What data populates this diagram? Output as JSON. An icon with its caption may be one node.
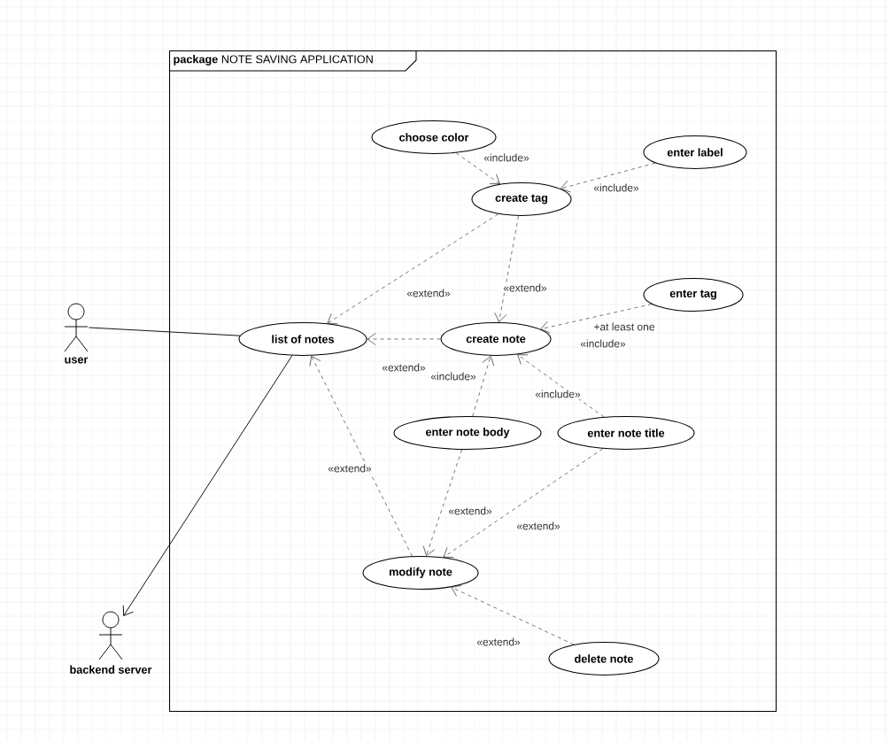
{
  "diagram": {
    "nodes": [
      {
        "text": [
          "**package** NOTE SAVING APPLICATION"
        ]
      },
      {
        "text": [
          "choose color"
        ],
        "in": 0
      },
      {
        "text": [
          "enter label"
        ],
        "in": 0
      },
      {
        "text": [
          "create tag"
        ],
        "in": 0
      },
      {
        "text": [
          "enter tag"
        ],
        "in": 0
      },
      {
        "text": [
          "user"
        ]
      },
      {
        "text": [
          "list of notes"
        ],
        "in": 0
      },
      {
        "text": [
          "create note"
        ],
        "in": 0
      },
      {
        "text": [
          "enter note body"
        ],
        "in": 0
      },
      {
        "text": [
          "enter note title"
        ],
        "in": 0
      },
      {
        "text": [
          "modify note"
        ],
        "in": 0
      },
      {
        "text": [
          "backend server"
        ]
      },
      {
        "text": [
          "delete note"
        ],
        "in": 0
      }
    ],
    "edges": [
      {
        "from": 1,
        "to": 3,
        "arrow": "to",
        "label": "«include»",
        "style": "dashed"
      },
      {
        "from": 2,
        "to": 3,
        "arrow": "to",
        "label": "«include»",
        "style": "dashed"
      },
      {
        "from": 3,
        "to": 6,
        "arrow": "to",
        "label": "«extend»",
        "style": "dashed"
      },
      {
        "from": 3,
        "to": 7,
        "arrow": "to",
        "label": "«extend»",
        "style": "dashed"
      },
      {
        "from": 4,
        "to": 7,
        "arrow": "to",
        "label": "«include»",
        "style": "dashed"
      },
      {
        "from": 5,
        "to": 6,
        "arrow": "none"
      },
      {
        "from": 6,
        "to": 11,
        "arrow": "to"
      },
      {
        "from": 7,
        "to": 6,
        "arrow": "to",
        "label": "«extend»",
        "style": "dashed"
      },
      {
        "from": 8,
        "to": 7,
        "arrow": "to",
        "label": "«include»",
        "style": "dashed"
      },
      {
        "from": 9,
        "to": 7,
        "arrow": "to",
        "label": "«include»",
        "style": "dashed"
      },
      {
        "from": 10,
        "to": 6,
        "arrow": "to",
        "label": "«extend»",
        "style": "dashed"
      },
      {
        "from": 8,
        "to": 10,
        "arrow": "to",
        "label": "«extend»",
        "style": "dashed"
      },
      {
        "from": 9,
        "to": 10,
        "arrow": "to",
        "label": "«extend»",
        "style": "dashed"
      },
      {
        "from": 12,
        "to": 10,
        "arrow": "to",
        "label": "«extend»",
        "style": "dashed"
      }
    ],
    "labels": [
      "+at least one"
    ]
  }
}
